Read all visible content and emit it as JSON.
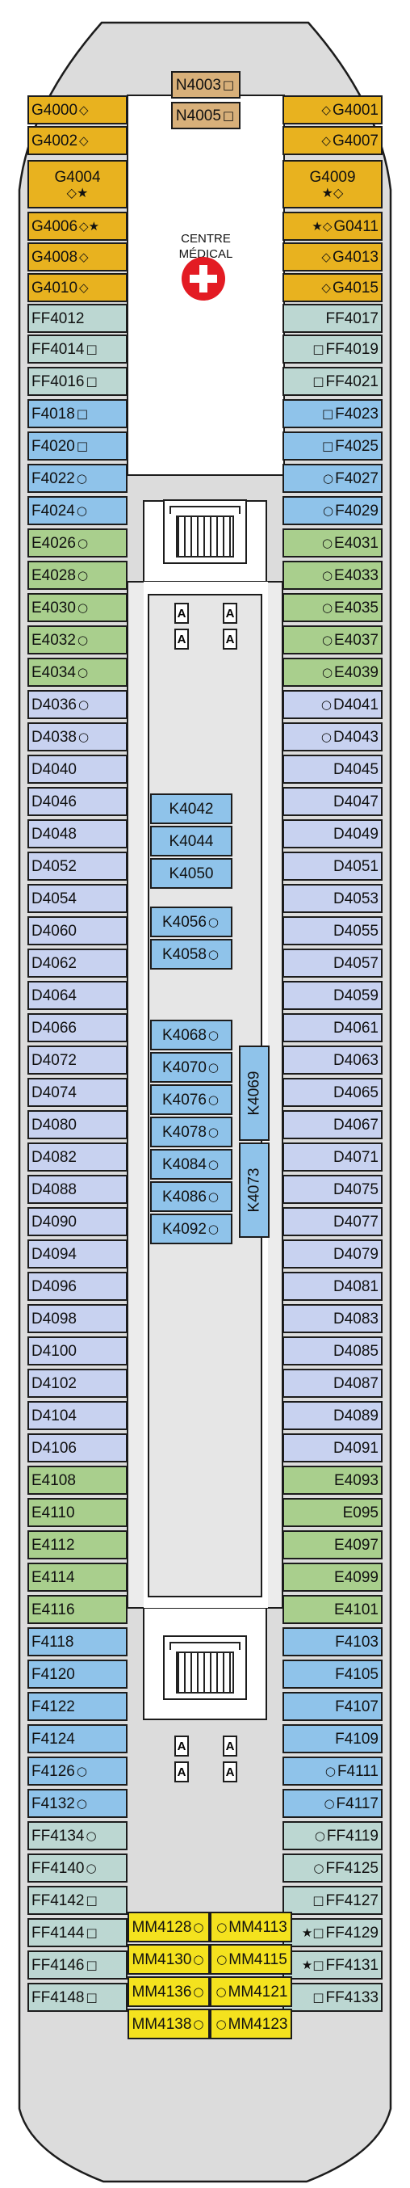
{
  "colors": {
    "gold": "#e8b21f",
    "tan": "#d8b07a",
    "teal": "#bcd7d2",
    "blue": "#8fc3ea",
    "green": "#a9cf8d",
    "periwinkle": "#c8d2f0",
    "yellow": "#f4e21e",
    "hull": "#dcdcdc",
    "outline": "#1c1c1c"
  },
  "legend_symbols": {
    "diamond": "◇",
    "star": "★",
    "square": "□",
    "circle": "○"
  },
  "medical": {
    "line1": "CENTRE",
    "line2": "MÉDICAL",
    "icon": "red-cross-icon"
  },
  "lift_label": "A",
  "cabins": [
    {
      "label": "G4000",
      "sym": "◇",
      "color": "gold",
      "side": "L",
      "sym_pos": "after"
    },
    {
      "label": "G4002",
      "sym": "◇",
      "color": "gold",
      "side": "L",
      "sym_pos": "after"
    },
    {
      "label": "G4004",
      "sym": "◇★",
      "color": "gold",
      "side": "L",
      "sym_pos": "below"
    },
    {
      "label": "G4006",
      "sym": "◇★",
      "color": "gold",
      "side": "L",
      "sym_pos": "after"
    },
    {
      "label": "G4008",
      "sym": "◇",
      "color": "gold",
      "side": "L",
      "sym_pos": "after"
    },
    {
      "label": "G4010",
      "sym": "◇",
      "color": "gold",
      "side": "L",
      "sym_pos": "after"
    },
    {
      "label": "FF4012",
      "sym": "",
      "color": "teal",
      "side": "L"
    },
    {
      "label": "FF4014",
      "sym": "□",
      "color": "teal",
      "side": "L",
      "sym_pos": "after"
    },
    {
      "label": "FF4016",
      "sym": "□",
      "color": "teal",
      "side": "L",
      "sym_pos": "after"
    },
    {
      "label": "F4018",
      "sym": "□",
      "color": "blue",
      "side": "L",
      "sym_pos": "after"
    },
    {
      "label": "F4020",
      "sym": "□",
      "color": "blue",
      "side": "L",
      "sym_pos": "after"
    },
    {
      "label": "F4022",
      "sym": "○",
      "color": "blue",
      "side": "L",
      "sym_pos": "after"
    },
    {
      "label": "F4024",
      "sym": "○",
      "color": "blue",
      "side": "L",
      "sym_pos": "after"
    },
    {
      "label": "E4026",
      "sym": "○",
      "color": "green",
      "side": "L",
      "sym_pos": "after"
    },
    {
      "label": "E4028",
      "sym": "○",
      "color": "green",
      "side": "L",
      "sym_pos": "after"
    },
    {
      "label": "E4030",
      "sym": "○",
      "color": "green",
      "side": "L",
      "sym_pos": "after"
    },
    {
      "label": "E4032",
      "sym": "○",
      "color": "green",
      "side": "L",
      "sym_pos": "after"
    },
    {
      "label": "E4034",
      "sym": "○",
      "color": "green",
      "side": "L",
      "sym_pos": "after"
    },
    {
      "label": "D4036",
      "sym": "○",
      "color": "periwinkle",
      "side": "L",
      "sym_pos": "after"
    },
    {
      "label": "D4038",
      "sym": "○",
      "color": "periwinkle",
      "side": "L",
      "sym_pos": "after"
    },
    {
      "label": "D4040",
      "sym": "",
      "color": "periwinkle",
      "side": "L"
    },
    {
      "label": "D4046",
      "sym": "",
      "color": "periwinkle",
      "side": "L"
    },
    {
      "label": "D4048",
      "sym": "",
      "color": "periwinkle",
      "side": "L"
    },
    {
      "label": "D4052",
      "sym": "",
      "color": "periwinkle",
      "side": "L"
    },
    {
      "label": "D4054",
      "sym": "",
      "color": "periwinkle",
      "side": "L"
    },
    {
      "label": "D4060",
      "sym": "",
      "color": "periwinkle",
      "side": "L"
    },
    {
      "label": "D4062",
      "sym": "",
      "color": "periwinkle",
      "side": "L"
    },
    {
      "label": "D4064",
      "sym": "",
      "color": "periwinkle",
      "side": "L"
    },
    {
      "label": "D4066",
      "sym": "",
      "color": "periwinkle",
      "side": "L"
    },
    {
      "label": "D4072",
      "sym": "",
      "color": "periwinkle",
      "side": "L"
    },
    {
      "label": "D4074",
      "sym": "",
      "color": "periwinkle",
      "side": "L"
    },
    {
      "label": "D4080",
      "sym": "",
      "color": "periwinkle",
      "side": "L"
    },
    {
      "label": "D4082",
      "sym": "",
      "color": "periwinkle",
      "side": "L"
    },
    {
      "label": "D4088",
      "sym": "",
      "color": "periwinkle",
      "side": "L"
    },
    {
      "label": "D4090",
      "sym": "",
      "color": "periwinkle",
      "side": "L"
    },
    {
      "label": "D4094",
      "sym": "",
      "color": "periwinkle",
      "side": "L"
    },
    {
      "label": "D4096",
      "sym": "",
      "color": "periwinkle",
      "side": "L"
    },
    {
      "label": "D4098",
      "sym": "",
      "color": "periwinkle",
      "side": "L"
    },
    {
      "label": "D4100",
      "sym": "",
      "color": "periwinkle",
      "side": "L"
    },
    {
      "label": "D4102",
      "sym": "",
      "color": "periwinkle",
      "side": "L"
    },
    {
      "label": "D4104",
      "sym": "",
      "color": "periwinkle",
      "side": "L"
    },
    {
      "label": "D4106",
      "sym": "",
      "color": "periwinkle",
      "side": "L"
    },
    {
      "label": "E4108",
      "sym": "",
      "color": "green",
      "side": "L"
    },
    {
      "label": "E4110",
      "sym": "",
      "color": "green",
      "side": "L"
    },
    {
      "label": "E4112",
      "sym": "",
      "color": "green",
      "side": "L"
    },
    {
      "label": "E4114",
      "sym": "",
      "color": "green",
      "side": "L"
    },
    {
      "label": "E4116",
      "sym": "",
      "color": "green",
      "side": "L"
    },
    {
      "label": "F4118",
      "sym": "",
      "color": "blue",
      "side": "L"
    },
    {
      "label": "F4120",
      "sym": "",
      "color": "blue",
      "side": "L"
    },
    {
      "label": "F4122",
      "sym": "",
      "color": "blue",
      "side": "L"
    },
    {
      "label": "F4124",
      "sym": "",
      "color": "blue",
      "side": "L"
    },
    {
      "label": "F4126",
      "sym": "○",
      "color": "blue",
      "side": "L",
      "sym_pos": "after"
    },
    {
      "label": "F4132",
      "sym": "○",
      "color": "blue",
      "side": "L",
      "sym_pos": "after"
    },
    {
      "label": "FF4134",
      "sym": "○",
      "color": "teal",
      "side": "L",
      "sym_pos": "after"
    },
    {
      "label": "FF4140",
      "sym": "○",
      "color": "teal",
      "side": "L",
      "sym_pos": "after"
    },
    {
      "label": "FF4142",
      "sym": "□",
      "color": "teal",
      "side": "L",
      "sym_pos": "after"
    },
    {
      "label": "FF4144",
      "sym": "□",
      "color": "teal",
      "side": "L",
      "sym_pos": "after"
    },
    {
      "label": "FF4146",
      "sym": "□",
      "color": "teal",
      "side": "L",
      "sym_pos": "after"
    },
    {
      "label": "FF4148",
      "sym": "□",
      "color": "teal",
      "side": "L",
      "sym_pos": "after"
    },
    {
      "label": "G4001",
      "sym": "◇",
      "color": "gold",
      "side": "R",
      "sym_pos": "before"
    },
    {
      "label": "G4007",
      "sym": "◇",
      "color": "gold",
      "side": "R",
      "sym_pos": "before"
    },
    {
      "label": "G4009",
      "sym": "★◇",
      "color": "gold",
      "side": "R",
      "sym_pos": "below"
    },
    {
      "label": "G0411",
      "sym": "★◇",
      "color": "gold",
      "side": "R",
      "sym_pos": "before"
    },
    {
      "label": "G4013",
      "sym": "◇",
      "color": "gold",
      "side": "R",
      "sym_pos": "before"
    },
    {
      "label": "G4015",
      "sym": "◇",
      "color": "gold",
      "side": "R",
      "sym_pos": "before"
    },
    {
      "label": "FF4017",
      "sym": "",
      "color": "teal",
      "side": "R"
    },
    {
      "label": "FF4019",
      "sym": "□",
      "color": "teal",
      "side": "R",
      "sym_pos": "before"
    },
    {
      "label": "FF4021",
      "sym": "□",
      "color": "teal",
      "side": "R",
      "sym_pos": "before"
    },
    {
      "label": "F4023",
      "sym": "□",
      "color": "blue",
      "side": "R",
      "sym_pos": "before"
    },
    {
      "label": "F4025",
      "sym": "□",
      "color": "blue",
      "side": "R",
      "sym_pos": "before"
    },
    {
      "label": "F4027",
      "sym": "○",
      "color": "blue",
      "side": "R",
      "sym_pos": "before"
    },
    {
      "label": "F4029",
      "sym": "○",
      "color": "blue",
      "side": "R",
      "sym_pos": "before"
    },
    {
      "label": "E4031",
      "sym": "○",
      "color": "green",
      "side": "R",
      "sym_pos": "before"
    },
    {
      "label": "E4033",
      "sym": "○",
      "color": "green",
      "side": "R",
      "sym_pos": "before"
    },
    {
      "label": "E4035",
      "sym": "○",
      "color": "green",
      "side": "R",
      "sym_pos": "before"
    },
    {
      "label": "E4037",
      "sym": "○",
      "color": "green",
      "side": "R",
      "sym_pos": "before"
    },
    {
      "label": "E4039",
      "sym": "○",
      "color": "green",
      "side": "R",
      "sym_pos": "before"
    },
    {
      "label": "D4041",
      "sym": "○",
      "color": "periwinkle",
      "side": "R",
      "sym_pos": "before"
    },
    {
      "label": "D4043",
      "sym": "○",
      "color": "periwinkle",
      "side": "R",
      "sym_pos": "before"
    },
    {
      "label": "D4045",
      "sym": "",
      "color": "periwinkle",
      "side": "R"
    },
    {
      "label": "D4047",
      "sym": "",
      "color": "periwinkle",
      "side": "R"
    },
    {
      "label": "D4049",
      "sym": "",
      "color": "periwinkle",
      "side": "R"
    },
    {
      "label": "D4051",
      "sym": "",
      "color": "periwinkle",
      "side": "R"
    },
    {
      "label": "D4053",
      "sym": "",
      "color": "periwinkle",
      "side": "R"
    },
    {
      "label": "D4055",
      "sym": "",
      "color": "periwinkle",
      "side": "R"
    },
    {
      "label": "D4057",
      "sym": "",
      "color": "periwinkle",
      "side": "R"
    },
    {
      "label": "D4059",
      "sym": "",
      "color": "periwinkle",
      "side": "R"
    },
    {
      "label": "D4061",
      "sym": "",
      "color": "periwinkle",
      "side": "R"
    },
    {
      "label": "D4063",
      "sym": "",
      "color": "periwinkle",
      "side": "R"
    },
    {
      "label": "D4065",
      "sym": "",
      "color": "periwinkle",
      "side": "R"
    },
    {
      "label": "D4067",
      "sym": "",
      "color": "periwinkle",
      "side": "R"
    },
    {
      "label": "D4071",
      "sym": "",
      "color": "periwinkle",
      "side": "R"
    },
    {
      "label": "D4075",
      "sym": "",
      "color": "periwinkle",
      "side": "R"
    },
    {
      "label": "D4077",
      "sym": "",
      "color": "periwinkle",
      "side": "R"
    },
    {
      "label": "D4079",
      "sym": "",
      "color": "periwinkle",
      "side": "R"
    },
    {
      "label": "D4081",
      "sym": "",
      "color": "periwinkle",
      "side": "R"
    },
    {
      "label": "D4083",
      "sym": "",
      "color": "periwinkle",
      "side": "R"
    },
    {
      "label": "D4085",
      "sym": "",
      "color": "periwinkle",
      "side": "R"
    },
    {
      "label": "D4087",
      "sym": "",
      "color": "periwinkle",
      "side": "R"
    },
    {
      "label": "D4089",
      "sym": "",
      "color": "periwinkle",
      "side": "R"
    },
    {
      "label": "D4091",
      "sym": "",
      "color": "periwinkle",
      "side": "R"
    },
    {
      "label": "E4093",
      "sym": "",
      "color": "green",
      "side": "R"
    },
    {
      "label": "E095",
      "sym": "",
      "color": "green",
      "side": "R"
    },
    {
      "label": "E4097",
      "sym": "",
      "color": "green",
      "side": "R"
    },
    {
      "label": "E4099",
      "sym": "",
      "color": "green",
      "side": "R"
    },
    {
      "label": "E4101",
      "sym": "",
      "color": "green",
      "side": "R"
    },
    {
      "label": "F4103",
      "sym": "",
      "color": "blue",
      "side": "R"
    },
    {
      "label": "F4105",
      "sym": "",
      "color": "blue",
      "side": "R"
    },
    {
      "label": "F4107",
      "sym": "",
      "color": "blue",
      "side": "R"
    },
    {
      "label": "F4109",
      "sym": "",
      "color": "blue",
      "side": "R"
    },
    {
      "label": "F4111",
      "sym": "○",
      "color": "blue",
      "side": "R",
      "sym_pos": "before"
    },
    {
      "label": "F4117",
      "sym": "○",
      "color": "blue",
      "side": "R",
      "sym_pos": "before"
    },
    {
      "label": "FF4119",
      "sym": "○",
      "color": "teal",
      "side": "R",
      "sym_pos": "before"
    },
    {
      "label": "FF4125",
      "sym": "○",
      "color": "teal",
      "side": "R",
      "sym_pos": "before"
    },
    {
      "label": "FF4127",
      "sym": "□",
      "color": "teal",
      "side": "R",
      "sym_pos": "before"
    },
    {
      "label": "FF4129",
      "sym": "★□",
      "color": "teal",
      "side": "R",
      "sym_pos": "before"
    },
    {
      "label": "FF4131",
      "sym": "★□",
      "color": "teal",
      "side": "R",
      "sym_pos": "before"
    },
    {
      "label": "FF4133",
      "sym": "□",
      "color": "teal",
      "side": "R",
      "sym_pos": "before"
    },
    {
      "label": "N4003",
      "sym": "□",
      "color": "tan",
      "side": "C",
      "sym_pos": "after"
    },
    {
      "label": "N4005",
      "sym": "□",
      "color": "tan",
      "side": "C",
      "sym_pos": "after"
    },
    {
      "label": "K4042",
      "sym": "",
      "color": "blue",
      "side": "C"
    },
    {
      "label": "K4044",
      "sym": "",
      "color": "blue",
      "side": "C"
    },
    {
      "label": "K4050",
      "sym": "",
      "color": "blue",
      "side": "C"
    },
    {
      "label": "K4056",
      "sym": "○",
      "color": "blue",
      "side": "C",
      "sym_pos": "after"
    },
    {
      "label": "K4058",
      "sym": "○",
      "color": "blue",
      "side": "C",
      "sym_pos": "after"
    },
    {
      "label": "K4068",
      "sym": "○",
      "color": "blue",
      "side": "C",
      "sym_pos": "after"
    },
    {
      "label": "K4070",
      "sym": "○",
      "color": "blue",
      "side": "C",
      "sym_pos": "after"
    },
    {
      "label": "K4076",
      "sym": "○",
      "color": "blue",
      "side": "C",
      "sym_pos": "after"
    },
    {
      "label": "K4078",
      "sym": "○",
      "color": "blue",
      "side": "C",
      "sym_pos": "after"
    },
    {
      "label": "K4084",
      "sym": "○",
      "color": "blue",
      "side": "C",
      "sym_pos": "after"
    },
    {
      "label": "K4086",
      "sym": "○",
      "color": "blue",
      "side": "C",
      "sym_pos": "after"
    },
    {
      "label": "K4092",
      "sym": "○",
      "color": "blue",
      "side": "C",
      "sym_pos": "after"
    },
    {
      "label": "MM4128",
      "sym": "○",
      "color": "yellow",
      "side": "C",
      "sym_pos": "after"
    },
    {
      "label": "MM4130",
      "sym": "○",
      "color": "yellow",
      "side": "C",
      "sym_pos": "after"
    },
    {
      "label": "MM4136",
      "sym": "○",
      "color": "yellow",
      "side": "C",
      "sym_pos": "after"
    },
    {
      "label": "MM4138",
      "sym": "○",
      "color": "yellow",
      "side": "C",
      "sym_pos": "after"
    },
    {
      "label": "MM4113",
      "sym": "○",
      "color": "yellow",
      "side": "C",
      "sym_pos": "before"
    },
    {
      "label": "MM4115",
      "sym": "○",
      "color": "yellow",
      "side": "C",
      "sym_pos": "before"
    },
    {
      "label": "MM4121",
      "sym": "○",
      "color": "yellow",
      "side": "C",
      "sym_pos": "before"
    },
    {
      "label": "MM4123",
      "sym": "○",
      "color": "yellow",
      "side": "C",
      "sym_pos": "before"
    }
  ],
  "vertical_cabins": [
    {
      "label": "K4069",
      "color": "blue"
    },
    {
      "label": "K4073",
      "color": "blue"
    }
  ]
}
